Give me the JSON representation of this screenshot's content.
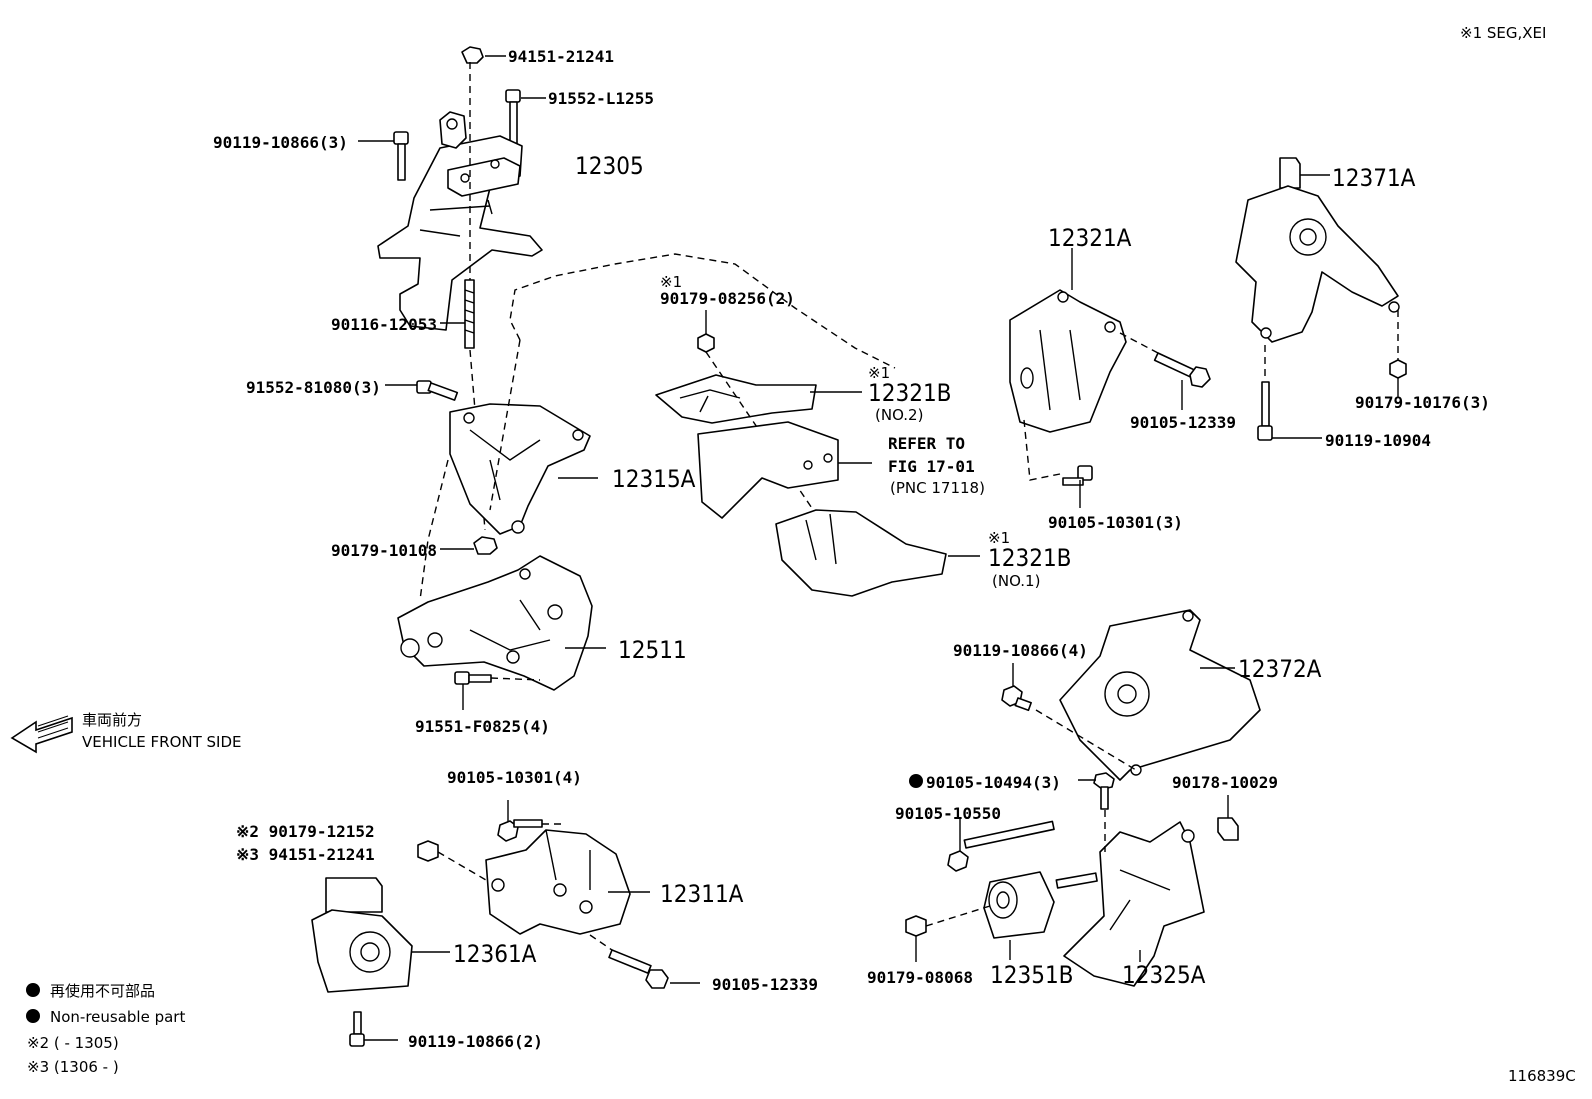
{
  "note_top_right": "※1 SEG,XEI",
  "figure_number": "116839C",
  "front": {
    "jp": "車両前方",
    "en": "VEHICLE FRONT SIDE"
  },
  "legend": {
    "jp": "再使用不可部品",
    "en": "Non-reusable part",
    "note2": "※2 (        - 1305)",
    "note3": "※3 (1306 -        )"
  },
  "refer": {
    "line1": "REFER TO",
    "line2": "FIG 17-01",
    "line3": "(PNC 17118)"
  },
  "labels": {
    "p94151_21241": "94151-21241",
    "p91552_L1255": "91552-L1255",
    "p90119_10866_3": "90119-10866(3)",
    "p12305": "12305",
    "p90116_12053": "90116-12053",
    "p91552_81080_3": "91552-81080(3)",
    "p12315A": "12315A",
    "p90179_10108": "90179-10108",
    "p12511": "12511",
    "p91551_F0825_4": "91551-F0825(4)",
    "n1a": "※1",
    "p90179_08256_2": "90179-08256(2)",
    "n1b": "※1",
    "p12321B_2": "12321B",
    "no2": "(NO.2)",
    "n1c": "※1",
    "p12321B_1": "12321B",
    "no1": "(NO.1)",
    "p12321A": "12321A",
    "p90105_12339_a": "90105-12339",
    "p90105_10301_3": "90105-10301(3)",
    "p12371A": "12371A",
    "p90179_10176_3": "90179-10176(3)",
    "p90119_10904": "90119-10904",
    "p90119_10866_4": "90119-10866(4)",
    "p12372A": "12372A",
    "p90105_10494_3": "90105-10494(3)",
    "p90178_10029": "90178-10029",
    "p90105_10550": "90105-10550",
    "p90179_08068": "90179-08068",
    "p12351B": "12351B",
    "p12325A": "12325A",
    "p90105_10301_4": "90105-10301(4)",
    "p90179_12152": "※2 90179-12152",
    "p94151_21241_b": "※3 94151-21241",
    "p12311A": "12311A",
    "p12361A": "12361A",
    "p90105_12339_b": "90105-12339",
    "p90119_10866_2": "90119-10866(2)"
  }
}
